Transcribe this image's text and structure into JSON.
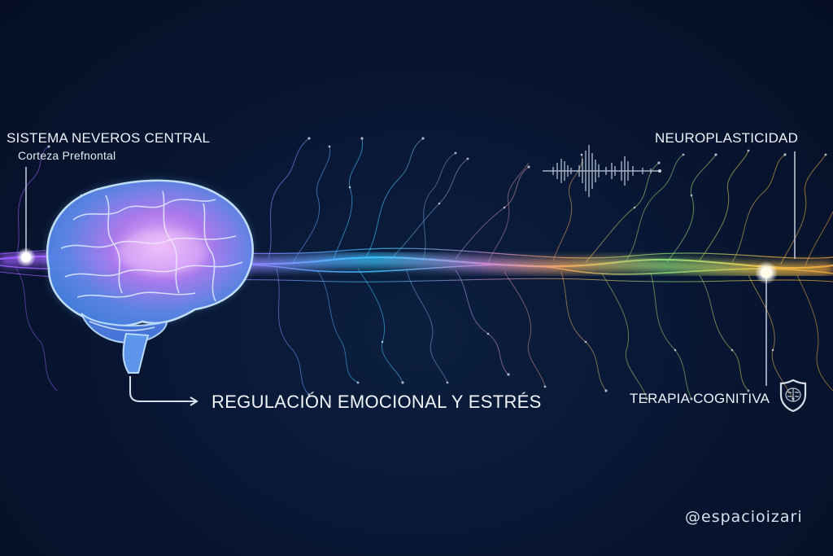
{
  "labels": {
    "cns_title": "SISTEMA NEVEROS CENTRAL",
    "cns_subtitle": "Corteza Prefnontal",
    "neuroplasticity": "NEUROPLASTICIDAD",
    "emotional_regulation": "REGULACIÓN EMOCIONAL Y ESTRÉS",
    "cognitive_therapy": "TERAPIA COGNITIVA"
  },
  "watermark": {
    "handle": "@espacioizari"
  },
  "icons": {
    "brain": "glowing-brain-illustration",
    "waveform": "audio-waveform-icon",
    "shield": "brain-shield-icon",
    "arrow": "elbow-arrow-right"
  },
  "colors": {
    "background": "#081735",
    "brain_blue": "#7fc6ff",
    "brain_purple": "#c58cff",
    "fiber_purple": "#b36bff",
    "fiber_cyan": "#38d6ff",
    "fiber_orange": "#f0a860",
    "fiber_green": "#7fe38a",
    "fiber_gold": "#f2c24a",
    "text": "#eef2f8"
  }
}
